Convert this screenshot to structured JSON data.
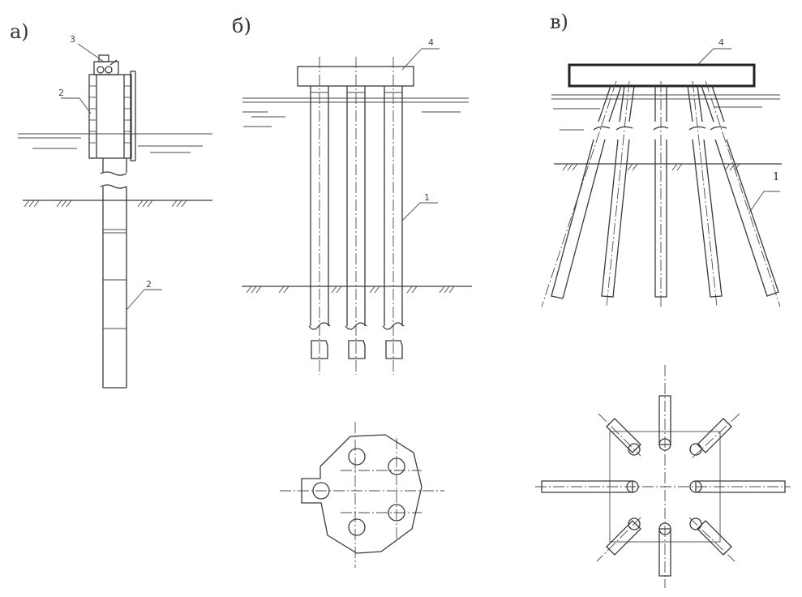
{
  "panels": {
    "a": {
      "label": "а)",
      "callouts": [
        "3",
        "2",
        "2"
      ]
    },
    "b": {
      "label": "б)",
      "callouts": [
        "4",
        "1"
      ]
    },
    "c": {
      "label": "в)",
      "callouts": [
        "4",
        "1"
      ]
    }
  }
}
